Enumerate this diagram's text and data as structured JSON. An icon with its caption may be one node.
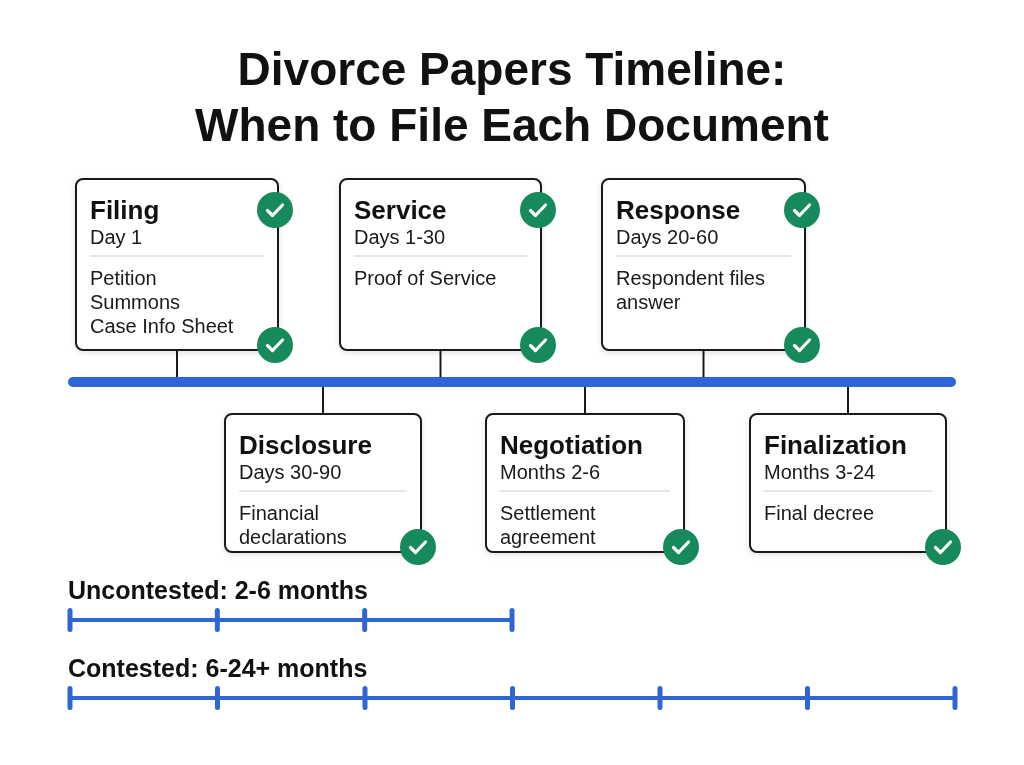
{
  "diagram": {
    "title": "Divorce Papers Timeline: When to File Each Document",
    "nodes": [
      {
        "text": [
          "Filing",
          "Day 1",
          "Petition",
          "Summons",
          "Case Info Sheet"
        ]
      },
      {
        "text": [
          "Service",
          "Days 1-30",
          "Proof of Service"
        ]
      },
      {
        "text": [
          "Response",
          "Days 20-60",
          "Respondent files answer"
        ]
      },
      {
        "text": [],
        "shape": "bar"
      },
      {
        "text": [
          "Disclosure",
          "Days 30-90",
          "Financial declarations"
        ]
      },
      {
        "text": [
          "Negotiation",
          "Months 2-6",
          "Settlement agreement"
        ]
      },
      {
        "text": [
          "Finalization",
          "Months 3-24",
          "Final decree"
        ]
      }
    ],
    "edges": [
      {
        "from": 0,
        "to": 3,
        "arrow": "none"
      },
      {
        "from": 1,
        "to": 3,
        "arrow": "none"
      },
      {
        "from": 2,
        "to": 3,
        "arrow": "none"
      },
      {
        "from": 3,
        "to": 4,
        "arrow": "none"
      },
      {
        "from": 3,
        "to": 5,
        "arrow": "none"
      },
      {
        "from": 3,
        "to": 6,
        "arrow": "none"
      }
    ],
    "labels": [
      "Uncontested: 2-6 months",
      "Contested: 6-24+ months"
    ]
  }
}
